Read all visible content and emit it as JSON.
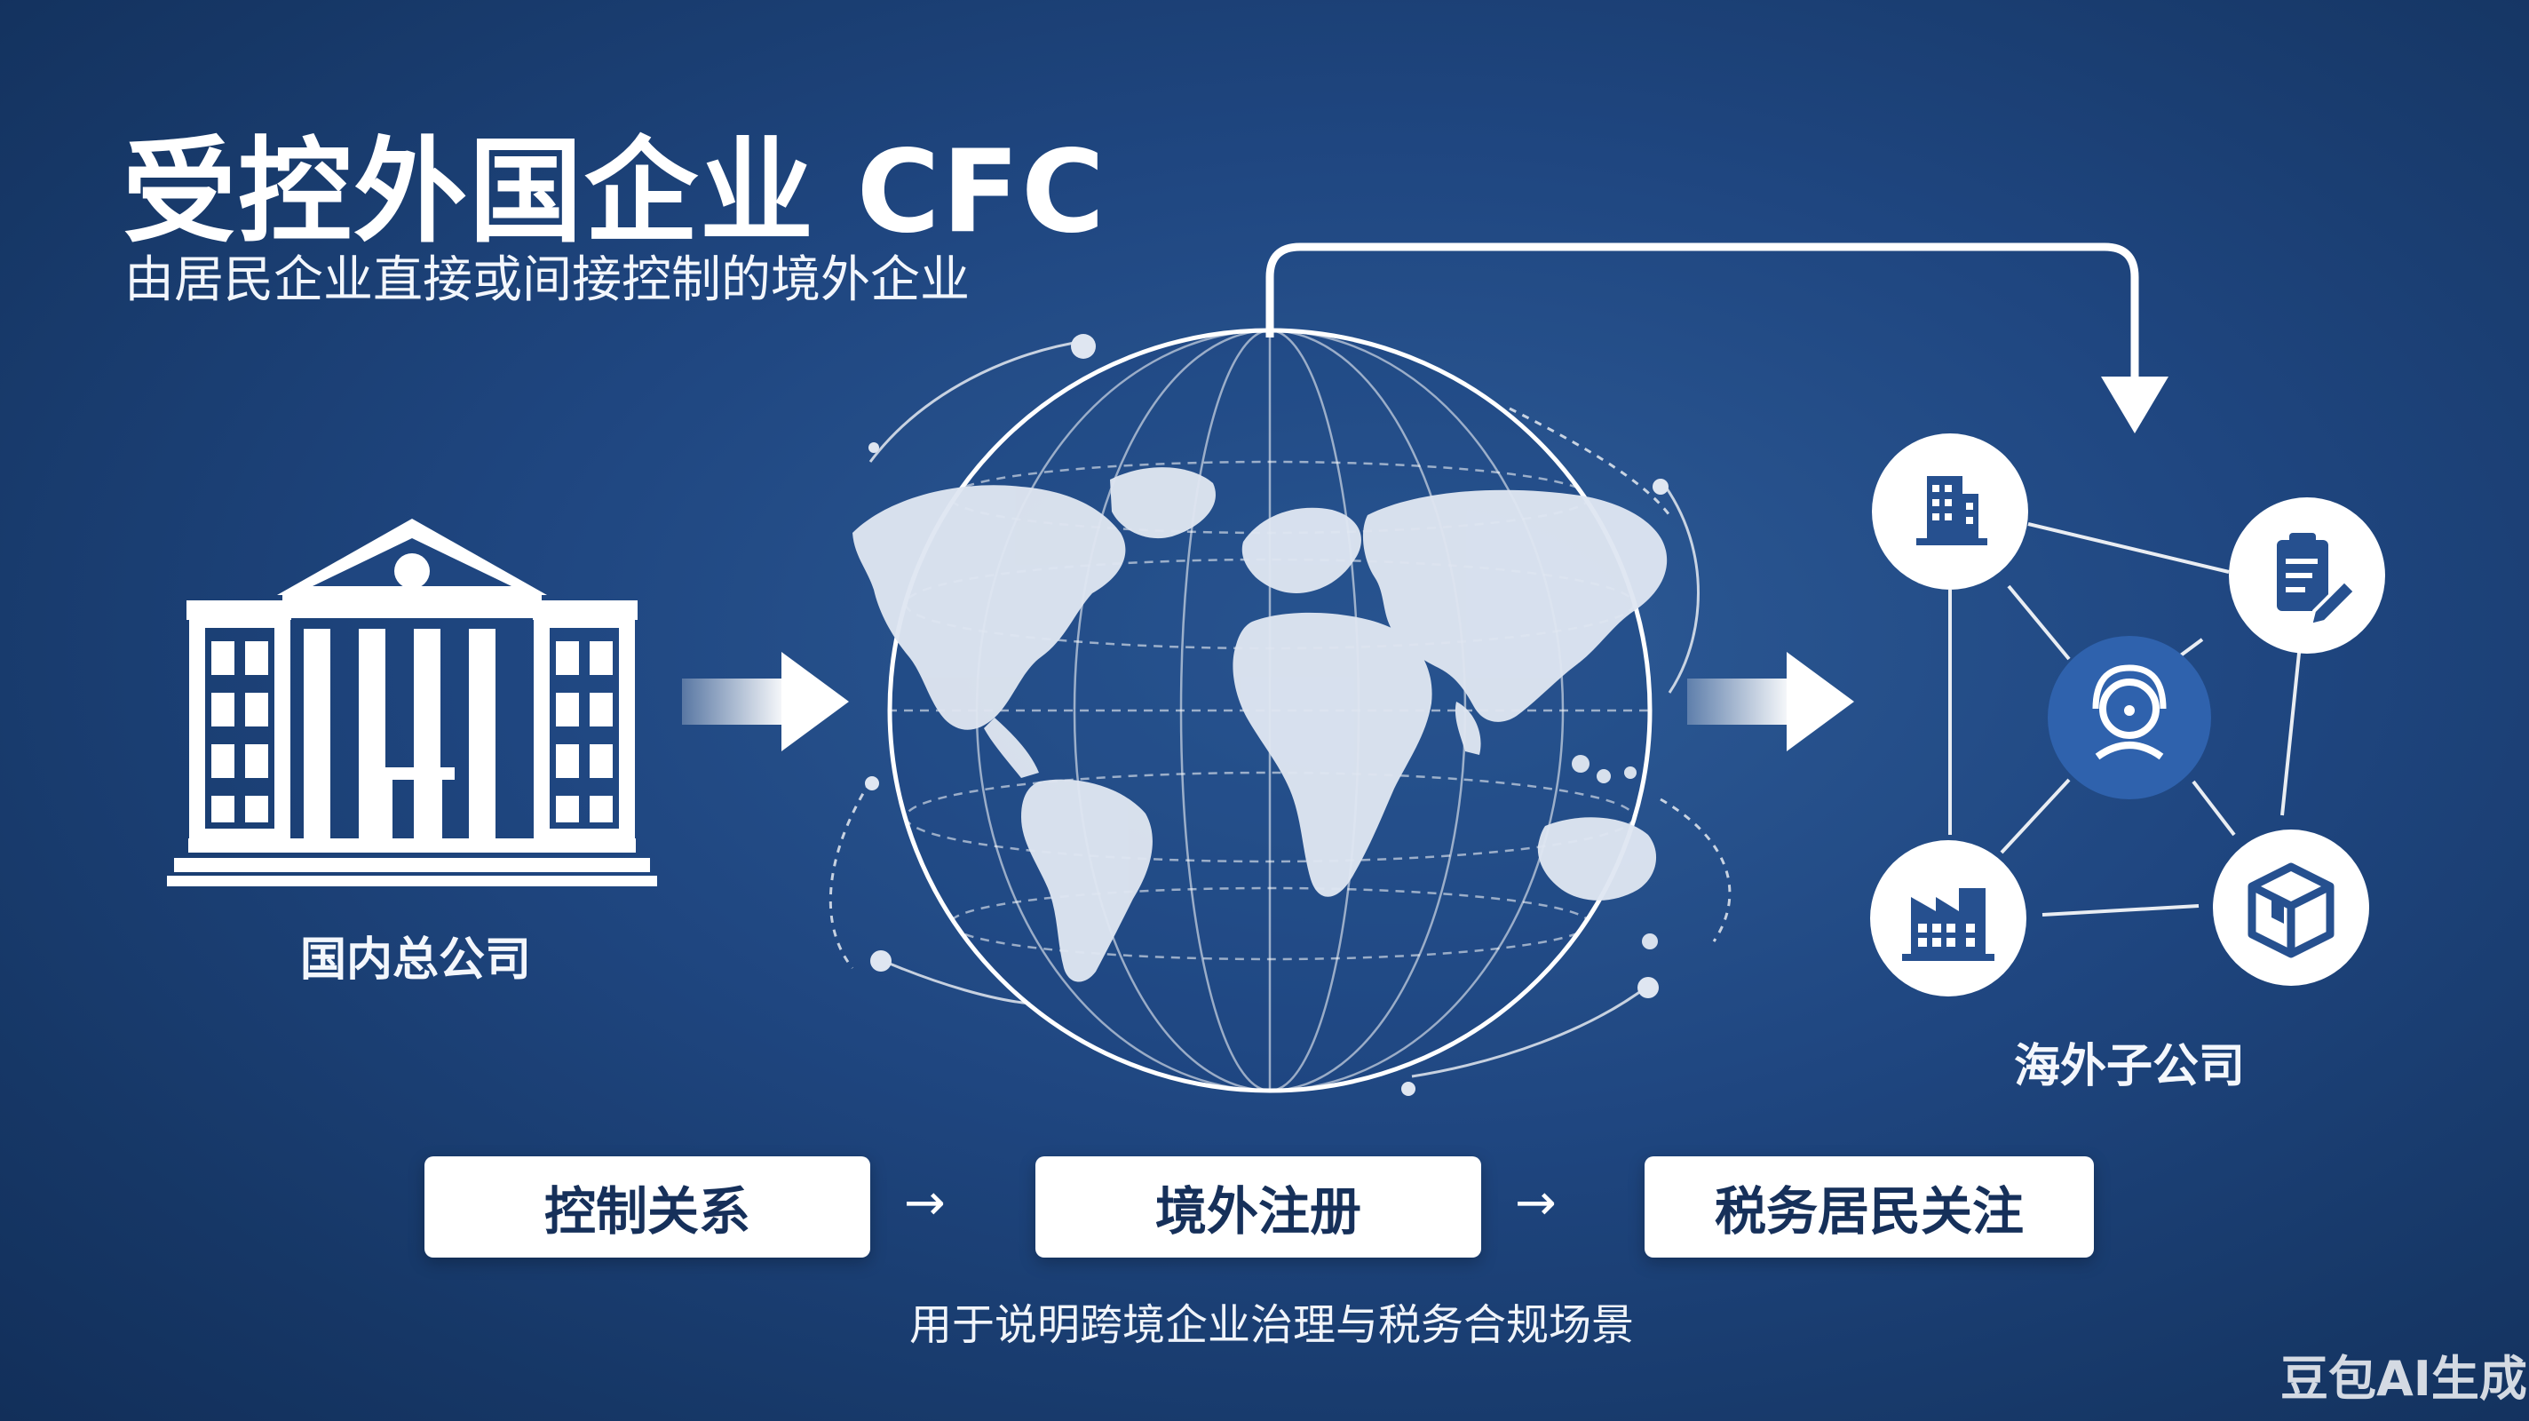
{
  "title": "受控外国企业 CFC",
  "subtitle": "由居民企业直接或间接控制的境外企业",
  "headquarters": {
    "label": "国内总公司",
    "icon": "bank-building-icon"
  },
  "subsidiaries": {
    "label": "海外子公司",
    "nodes": [
      {
        "icon": "office-building-icon"
      },
      {
        "icon": "document-edit-icon"
      },
      {
        "icon": "support-agent-icon"
      },
      {
        "icon": "factory-icon"
      },
      {
        "icon": "cube-box-icon"
      }
    ]
  },
  "steps": [
    {
      "label": "控制关系"
    },
    {
      "label": "境外注册"
    },
    {
      "label": "税务居民关注"
    }
  ],
  "step_arrow": "→",
  "caption": "用于说明跨境企业治理与税务合规场景",
  "watermark": "豆包AI生成",
  "colors": {
    "background": "#1f4680",
    "accent": "#2f62ad",
    "box_text": "#16305a",
    "line": "#ffffff"
  }
}
